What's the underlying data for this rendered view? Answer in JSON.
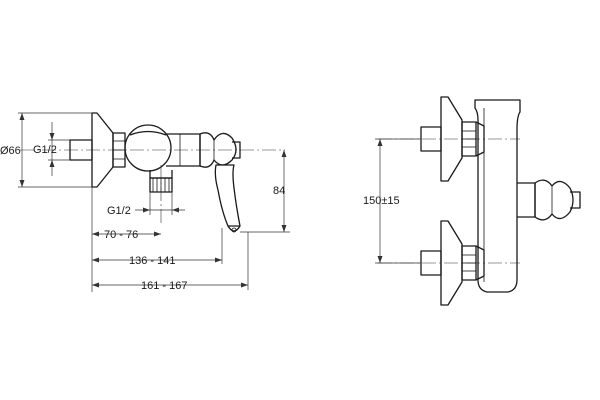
{
  "labels": {
    "diameter": "Ø66",
    "thread_top": "G1/2",
    "thread_bottom": "G1/2",
    "dim_70_76": "70 - 76",
    "dim_136_141": "136 - 141",
    "dim_161_167": "161 - 167",
    "dim_84": "84",
    "dim_150": "150±15"
  }
}
